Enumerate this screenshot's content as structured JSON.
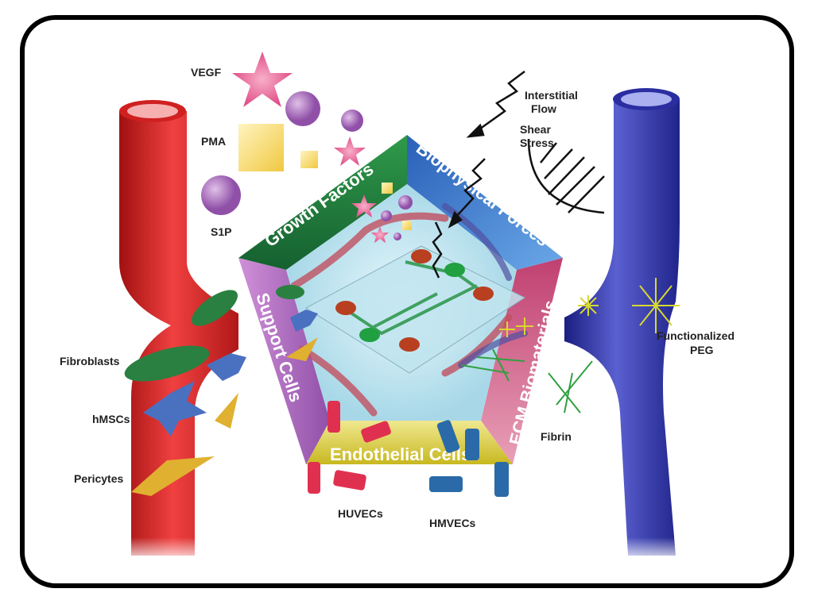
{
  "stimuli": {
    "vegf": "VEGF",
    "pma": "PMA",
    "s1p": "S1P",
    "interstitial_flow": [
      "Interstitial",
      "Flow"
    ],
    "shear_stress": [
      "Shear",
      "Stress"
    ]
  },
  "segments": {
    "growth_factors": "Growth Factors",
    "biophysical_forces": "Biophysical Forces",
    "ecm_biomaterials": "ECM Biomaterials",
    "endothelial_cells": "Endothelial Cells",
    "support_cells": "Support Cells"
  },
  "cells": {
    "fibroblasts": "Fibroblasts",
    "hmscs": "hMSCs",
    "pericytes": "Pericytes",
    "huvecs": "HUVECs",
    "hmvecs": "HMVECs"
  },
  "materials": {
    "fibrin": "Fibrin",
    "functionalized_peg": [
      "Functionalized",
      "PEG"
    ]
  },
  "colors": {
    "growth": "#1f7a3a",
    "biophysical": "#3a78c8",
    "ecm": "#c0507a",
    "endothelial": "#d8cc3a",
    "support": "#a060b0",
    "artery": "#d82020",
    "vein": "#2a2ea0"
  }
}
